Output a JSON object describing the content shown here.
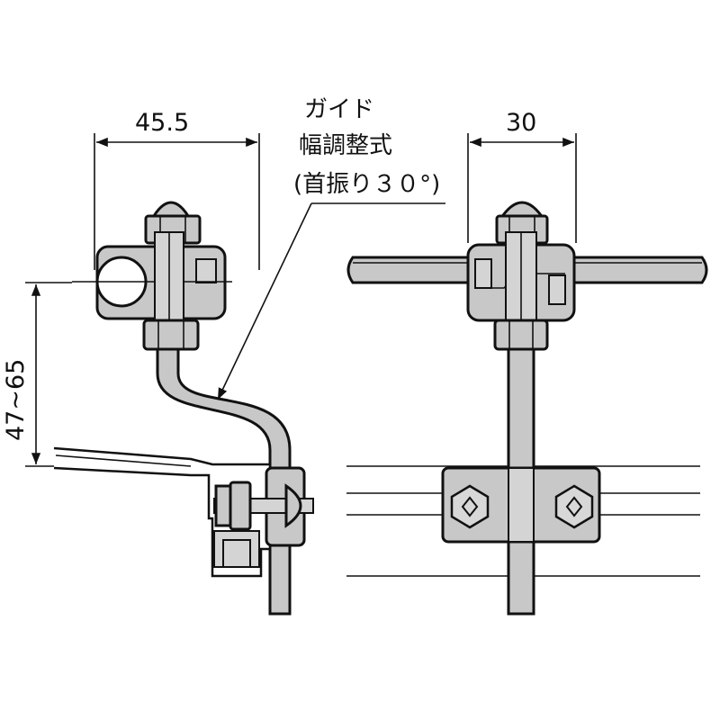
{
  "dimensions": {
    "width_left": "45.5",
    "width_right": "30",
    "height_range": "47~65"
  },
  "callout": {
    "line1": "ガイド",
    "line2": "幅調整式",
    "line3": "(首振り３０°)"
  }
}
